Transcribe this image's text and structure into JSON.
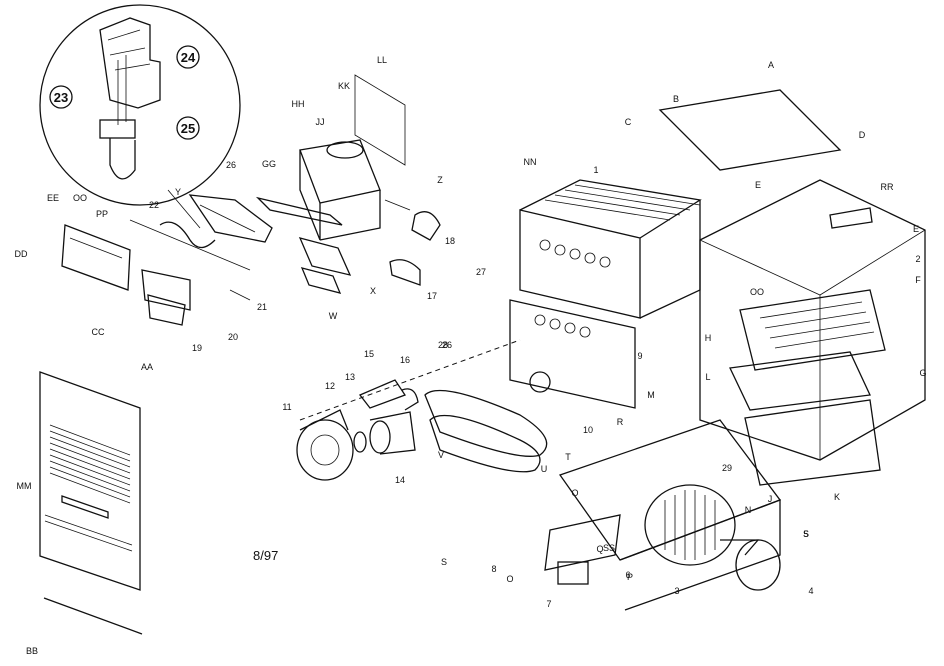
{
  "date_code": "8/97",
  "callouts": {
    "A": "A",
    "B": "B",
    "C": "C",
    "D": "D",
    "E1": "E",
    "E2": "E",
    "F": "F",
    "G": "G",
    "H": "H",
    "J": "J",
    "K": "K",
    "L": "L",
    "M": "M",
    "N": "N",
    "O1": "O",
    "O2": "O",
    "P": "P",
    "Q": "Q",
    "R": "R",
    "S1": "S",
    "S2": "S",
    "T": "T",
    "U": "U",
    "V": "V",
    "W": "W",
    "X": "X",
    "Y": "Y",
    "Z": "Z",
    "AA": "AA",
    "BB": "BB",
    "CC": "CC",
    "DD": "DD",
    "EE": "EE",
    "GG": "GG",
    "HH": "HH",
    "JJ": "JJ",
    "KK": "KK",
    "LL": "LL",
    "MM": "MM",
    "NN": "NN",
    "OO1": "OO",
    "OO2": "OO",
    "PP": "PP",
    "QQ": "QQ",
    "RR": "RR",
    "SS": "SS",
    "n1": "1",
    "n2": "2",
    "n3": "3",
    "n4": "4",
    "n5": "5",
    "n6": "6",
    "n7": "7",
    "n8": "8",
    "n9": "9",
    "n10": "10",
    "n11": "11",
    "n12": "12",
    "n13": "13",
    "n14": "14",
    "n15": "15",
    "n16": "16",
    "n17": "17",
    "n18": "18",
    "n19": "19",
    "n20": "20",
    "n21": "21",
    "n22": "22",
    "n26a": "26",
    "n26b": "26",
    "n27": "27",
    "n28": "28",
    "n29": "29"
  },
  "detail_callouts": {
    "n23": "23",
    "n24": "24",
    "n25": "25"
  }
}
